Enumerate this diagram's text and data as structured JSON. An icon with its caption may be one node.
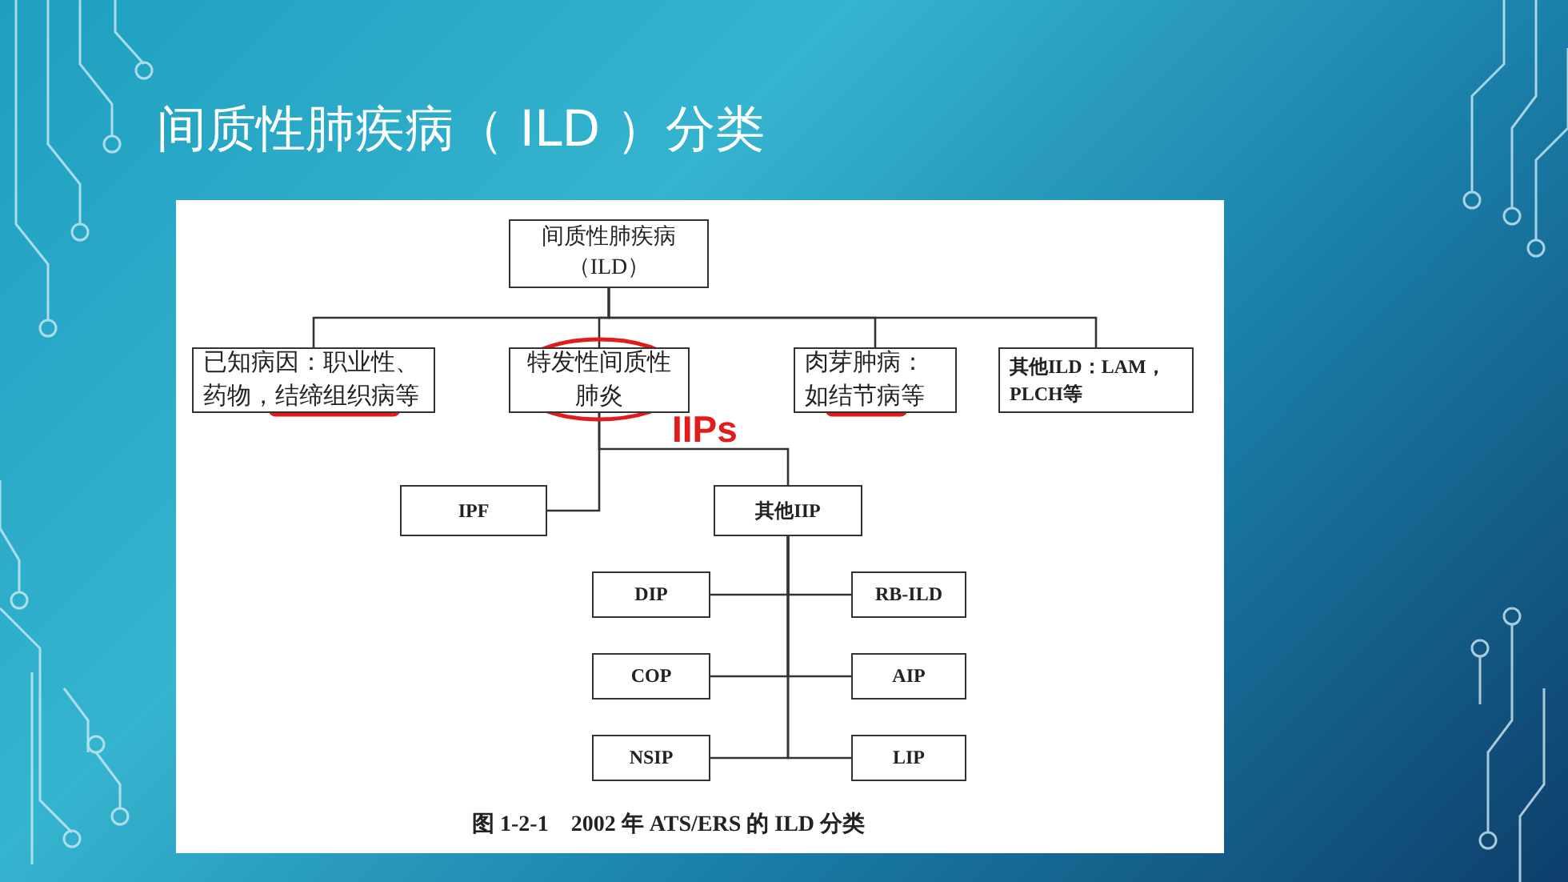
{
  "diagram": {
    "title": "间质性肺疾病（ ILD ）分类",
    "caption": "图 1-2-1　2002 年 ATS/ERS 的 ILD 分类",
    "nodes": [
      {
        "text": [
          "间质性肺疾病（ILD）"
        ]
      },
      {
        "text": [
          "已知病因：职业性、药物，结缔组织病等"
        ]
      },
      {
        "text": [
          "特发性间质性肺炎"
        ]
      },
      {
        "text": [
          "肉芽肿病：如结节病等"
        ]
      },
      {
        "text": [
          "其他ILD：LAM，PLCH等"
        ]
      },
      {
        "text": [
          "IPF"
        ]
      },
      {
        "text": [
          "其他IIP"
        ]
      },
      {
        "text": [
          "DIP"
        ]
      },
      {
        "text": [
          "RB-ILD"
        ]
      },
      {
        "text": [
          "COP"
        ]
      },
      {
        "text": [
          "AIP"
        ]
      },
      {
        "text": [
          "NSIP"
        ]
      },
      {
        "text": [
          "LIP"
        ]
      }
    ],
    "edges": [
      {
        "from": 0,
        "to": 1,
        "arrow": "none"
      },
      {
        "from": 0,
        "to": 2,
        "arrow": "none"
      },
      {
        "from": 0,
        "to": 3,
        "arrow": "none"
      },
      {
        "from": 0,
        "to": 4,
        "arrow": "none"
      },
      {
        "from": 2,
        "to": 5,
        "arrow": "none"
      },
      {
        "from": 2,
        "to": 6,
        "arrow": "none"
      },
      {
        "from": 6,
        "to": 7,
        "arrow": "none"
      },
      {
        "from": 6,
        "to": 8,
        "arrow": "none"
      },
      {
        "from": 6,
        "to": 9,
        "arrow": "none"
      },
      {
        "from": 6,
        "to": 10,
        "arrow": "none"
      },
      {
        "from": 6,
        "to": 11,
        "arrow": "none"
      },
      {
        "from": 6,
        "to": 12,
        "arrow": "none"
      }
    ],
    "labels": [
      "IIPs"
    ]
  }
}
